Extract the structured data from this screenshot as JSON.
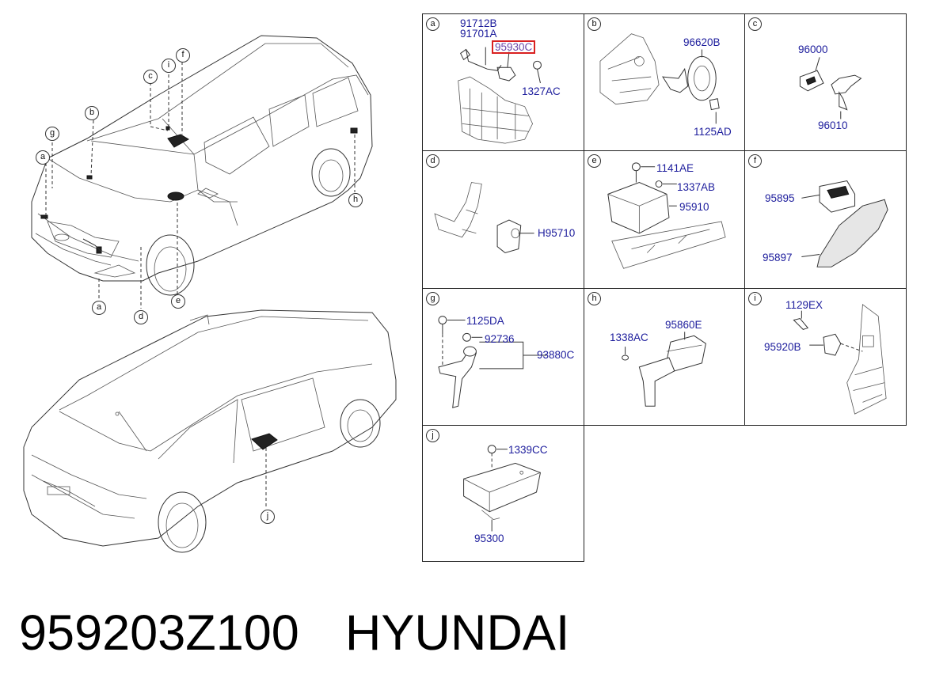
{
  "caption": {
    "part_number": "959203Z100",
    "brand": "HYUNDAI"
  },
  "car_callouts": [
    "a",
    "b",
    "c",
    "d",
    "e",
    "f",
    "g",
    "h",
    "i",
    "j"
  ],
  "cells": [
    {
      "letter": "a",
      "parts": [
        "91712B",
        "91701A",
        "95930C",
        "1327AC"
      ],
      "highlight": "95930C"
    },
    {
      "letter": "b",
      "parts": [
        "96620B",
        "1125AD"
      ]
    },
    {
      "letter": "c",
      "parts": [
        "96000",
        "96010"
      ]
    },
    {
      "letter": "d",
      "parts": [
        "H95710"
      ]
    },
    {
      "letter": "e",
      "parts": [
        "1141AE",
        "1337AB",
        "95910"
      ]
    },
    {
      "letter": "f",
      "parts": [
        "95895",
        "95897"
      ]
    },
    {
      "letter": "g",
      "parts": [
        "1125DA",
        "92736",
        "93880C"
      ]
    },
    {
      "letter": "h",
      "parts": [
        "1338AC",
        "95860E"
      ]
    },
    {
      "letter": "i",
      "parts": [
        "1129EX",
        "95920B"
      ]
    },
    {
      "letter": "j",
      "parts": [
        "1339CC",
        "95300"
      ]
    }
  ],
  "colors": {
    "part_number_text": "#1c1c9c",
    "highlight_border": "#d92020",
    "highlight_text": "#6b46a8",
    "line": "#333333"
  }
}
